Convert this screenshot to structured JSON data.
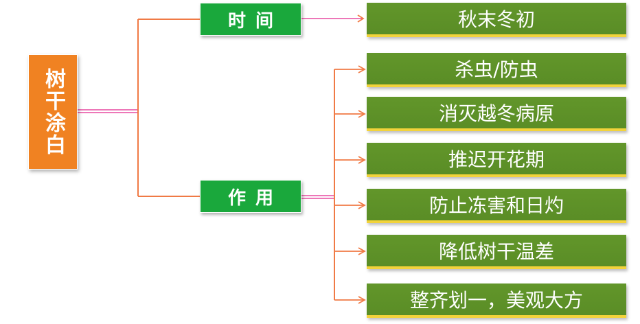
{
  "root": {
    "label": "树干涂白"
  },
  "categories": {
    "time": {
      "label": "时间"
    },
    "purpose": {
      "label": "作用"
    }
  },
  "leaves": {
    "time": [
      "秋末冬初"
    ],
    "purpose": [
      "杀虫/防虫",
      "消灭越冬病原",
      "推迟开花期",
      "防止冻害和日灼",
      "降低树干温差",
      "整齐划一，美观大方"
    ]
  },
  "colors": {
    "root": "#f08222",
    "category": "#1aa83c",
    "leaf": "#5b8e27",
    "leaf_underline": "#f2d33b",
    "connector_pink": "#e74aa0",
    "connector_orange": "#f07a45"
  }
}
